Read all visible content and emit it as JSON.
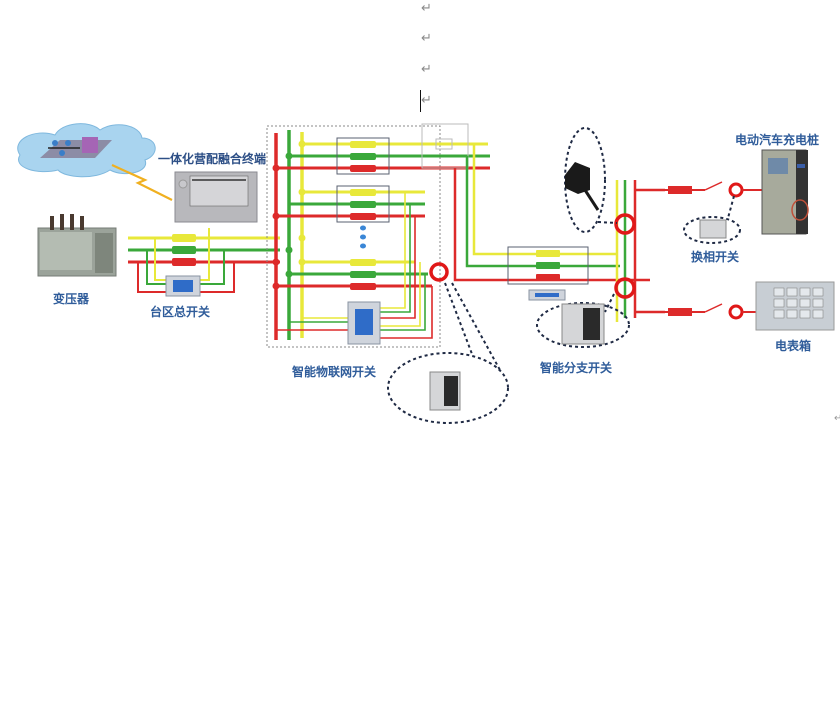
{
  "document": {
    "paragraph_marks": [
      "↵",
      "↵",
      "↵",
      "↵"
    ],
    "edge_mark": "↵"
  },
  "diagram": {
    "title": "Smart low-voltage distribution area topology",
    "colors": {
      "phase_a": "#e8e83a",
      "phase_b": "#3aa83a",
      "phase_c": "#dd2a2a",
      "dotted_border": "#888888",
      "label": "#2f5c9a",
      "ct_ring": "#e01818",
      "breaker_display": "#2f6cc8"
    },
    "labels": {
      "terminal": "一体化营配融合终端",
      "transformer": "变压器",
      "area_main_switch": "台区总开关",
      "iot_switch": "智能物联网开关",
      "branch_switch": "智能分支开关",
      "ev_charger": "电动汽车充电桩",
      "phase_swap_switch": "换相开关",
      "meter_box": "电表箱"
    },
    "nodes": [
      {
        "id": "cloud",
        "name": "cloud-platform"
      },
      {
        "id": "terminal",
        "name": "fusion-terminal"
      },
      {
        "id": "transformer",
        "name": "transformer"
      },
      {
        "id": "area_main_switch",
        "name": "area-main-switch"
      },
      {
        "id": "iot_switch",
        "name": "iot-switch-cabinet"
      },
      {
        "id": "branch_switch",
        "name": "smart-branch-switch"
      },
      {
        "id": "ev_charger",
        "name": "ev-charging-pile"
      },
      {
        "id": "phase_swap_switch",
        "name": "phase-swap-switch"
      },
      {
        "id": "meter_box",
        "name": "meter-box"
      }
    ]
  }
}
